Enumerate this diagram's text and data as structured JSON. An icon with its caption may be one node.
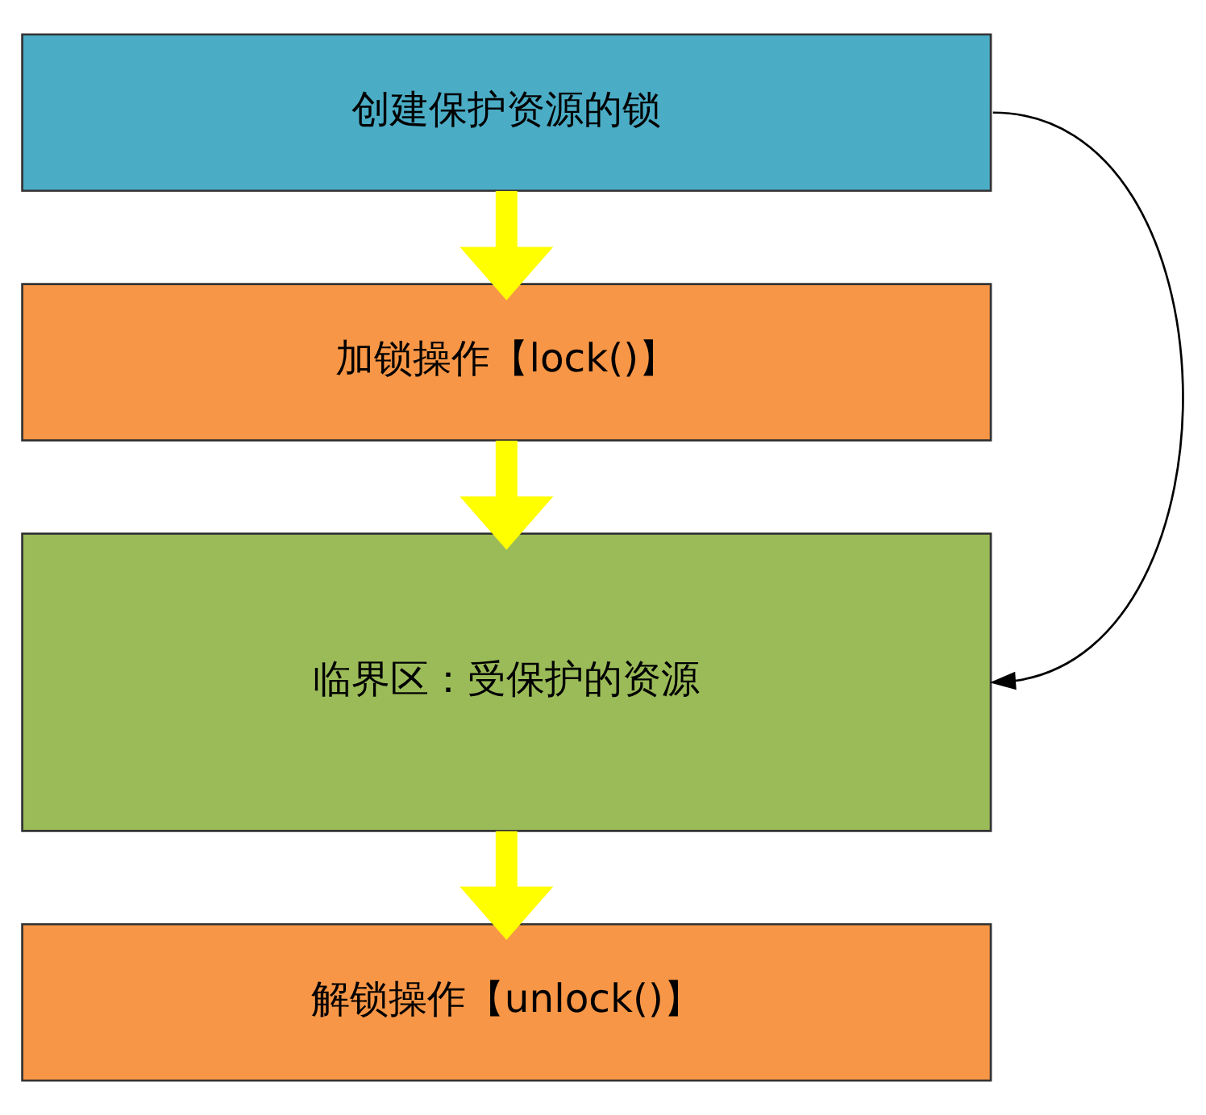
{
  "diagram": {
    "nodes": [
      {
        "text": [
          "创建保护资源的锁"
        ]
      },
      {
        "text": [
          "加锁操作【lock()】"
        ]
      },
      {
        "text": [
          "临界区：受保护的资源"
        ]
      },
      {
        "text": [
          "解锁操作【unlock()】"
        ]
      }
    ],
    "edges": [
      {
        "from": 0,
        "to": 1,
        "arrow": "to"
      },
      {
        "from": 1,
        "to": 2,
        "arrow": "to"
      },
      {
        "from": 2,
        "to": 3,
        "arrow": "to"
      },
      {
        "from": 0,
        "to": 2,
        "arrow": "to",
        "color": "#000000"
      }
    ]
  }
}
